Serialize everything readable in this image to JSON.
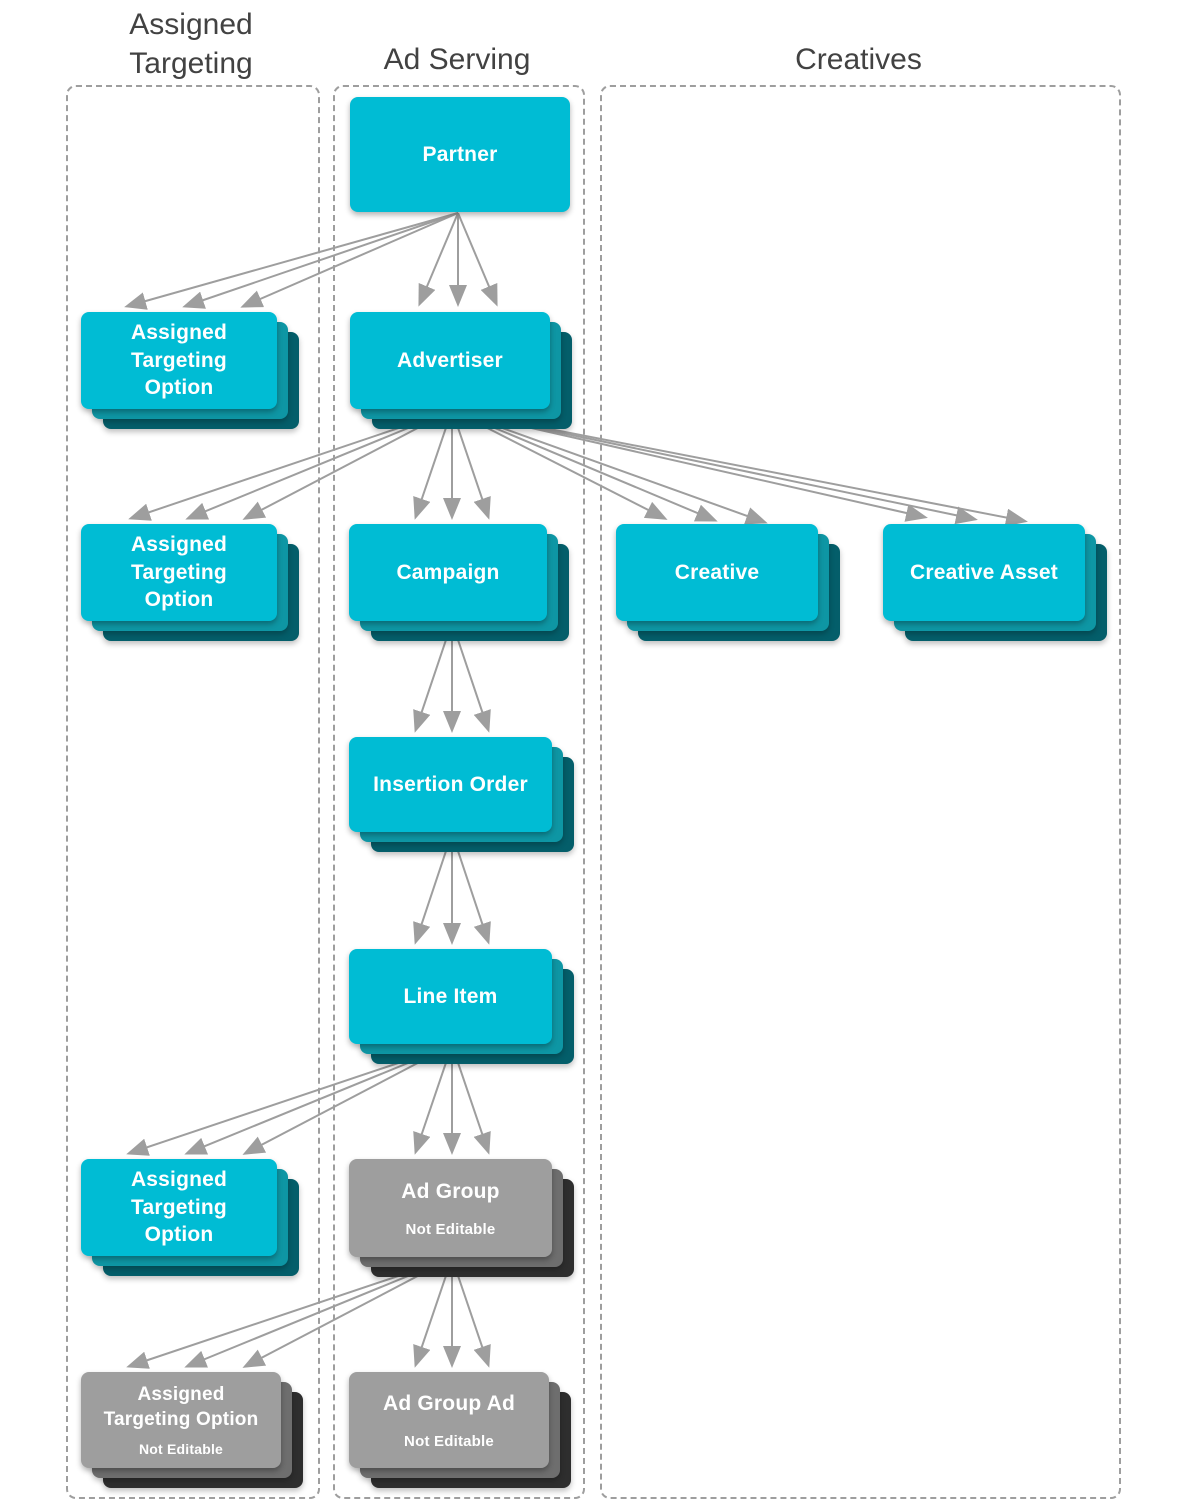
{
  "diagram": {
    "columns": [
      {
        "id": "assigned-targeting",
        "title": "Assigned Targeting"
      },
      {
        "id": "ad-serving",
        "title": "Ad Serving"
      },
      {
        "id": "creatives",
        "title": "Creatives"
      }
    ],
    "nodes": [
      {
        "id": "partner",
        "label": "Partner",
        "editable": true
      },
      {
        "id": "assigned-targeting-option-1",
        "label": "Assigned\nTargeting\nOption",
        "editable": true
      },
      {
        "id": "advertiser",
        "label": "Advertiser",
        "editable": true
      },
      {
        "id": "assigned-targeting-option-2",
        "label": "Assigned\nTargeting\nOption",
        "editable": true
      },
      {
        "id": "campaign",
        "label": "Campaign",
        "editable": true
      },
      {
        "id": "creative",
        "label": "Creative",
        "editable": true
      },
      {
        "id": "creative-asset",
        "label": "Creative Asset",
        "editable": true
      },
      {
        "id": "insertion-order",
        "label": "Insertion Order",
        "editable": true
      },
      {
        "id": "line-item",
        "label": "Line Item",
        "editable": true
      },
      {
        "id": "assigned-targeting-option-3",
        "label": "Assigned\nTargeting\nOption",
        "editable": true
      },
      {
        "id": "ad-group",
        "label": "Ad Group",
        "sublabel": "Not Editable",
        "editable": false
      },
      {
        "id": "assigned-targeting-option-4",
        "label": "Assigned\nTargeting Option",
        "sublabel": "Not Editable",
        "editable": false
      },
      {
        "id": "ad-group-ad",
        "label": "Ad Group Ad",
        "sublabel": "Not Editable",
        "editable": false
      }
    ],
    "edges": [
      {
        "from": "partner",
        "to": "advertiser",
        "arrows": 3
      },
      {
        "from": "partner",
        "to": "assigned-targeting-option-1",
        "arrows": 3
      },
      {
        "from": "advertiser",
        "to": "assigned-targeting-option-2",
        "arrows": 3
      },
      {
        "from": "advertiser",
        "to": "campaign",
        "arrows": 3
      },
      {
        "from": "advertiser",
        "to": "creative",
        "arrows": 3
      },
      {
        "from": "advertiser",
        "to": "creative-asset",
        "arrows": 3
      },
      {
        "from": "campaign",
        "to": "insertion-order",
        "arrows": 3
      },
      {
        "from": "insertion-order",
        "to": "line-item",
        "arrows": 3
      },
      {
        "from": "line-item",
        "to": "ad-group",
        "arrows": 3
      },
      {
        "from": "line-item",
        "to": "assigned-targeting-option-3",
        "arrows": 3
      },
      {
        "from": "ad-group",
        "to": "ad-group-ad",
        "arrows": 3
      },
      {
        "from": "ad-group",
        "to": "assigned-targeting-option-4",
        "arrows": 3
      }
    ],
    "colors": {
      "editable_fill": "#00bcd4",
      "editable_stack_mid": "#0e96a4",
      "editable_stack_dark": "#045e6a",
      "not_editable_fill": "#9e9e9e",
      "not_editable_stack_mid": "#6e6e6e",
      "not_editable_stack_dark": "#2e2e2e",
      "arrow": "#9e9e9e",
      "column_border": "#9e9e9e",
      "header_text": "#424242"
    }
  }
}
